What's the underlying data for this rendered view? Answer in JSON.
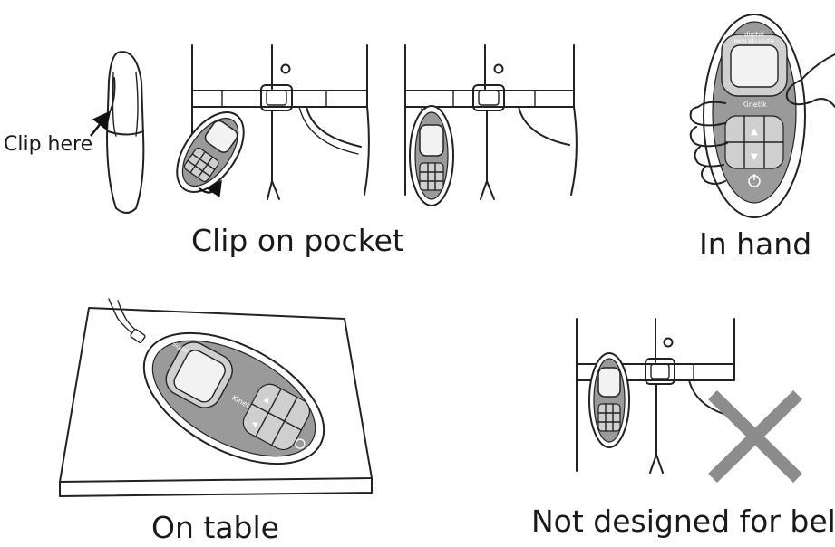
{
  "labels": {
    "clip_here": "Clip here",
    "clip_on_pocket": "Clip on pocket",
    "in_hand": "In hand",
    "on_table": "On table",
    "not_designed_for_belt": "Not designed for belt"
  },
  "device_text": {
    "brand": "Kinetik",
    "digital": "digital",
    "model": "PAIN RELIEVER"
  },
  "colors": {
    "line": "#222222",
    "device_grey": "#9a9a9a",
    "device_light": "#d9d9d9",
    "screen": "#f2f2f2",
    "cross": "#8c8c8c"
  }
}
